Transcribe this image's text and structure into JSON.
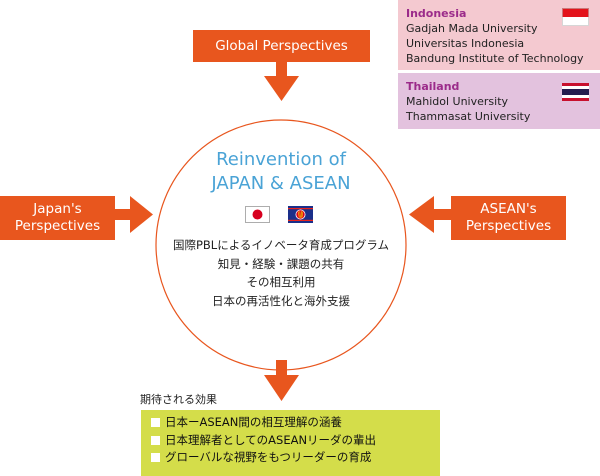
{
  "top_box": "Global Perspectives",
  "left_box": [
    "Japan's",
    "Perspectives"
  ],
  "right_box": [
    "ASEAN's",
    "Perspectives"
  ],
  "indonesia": {
    "country": "Indonesia",
    "universities": [
      "Gadjah Mada University",
      "Universitas Indonesia",
      "Bandung Institute of Technology"
    ]
  },
  "thailand": {
    "country": "Thailand",
    "universities": [
      "Mahidol University",
      "Thammasat University"
    ]
  },
  "circle": {
    "title_line1": "Reinvention of",
    "title_line2": "JAPAN & ASEAN",
    "lines": [
      "国際PBLによるイノベータ育成プログラム",
      "知見・経験・課題の共有",
      "その相互利用",
      "日本の再活性化と海外支援"
    ]
  },
  "effects": {
    "label": "期待される効果",
    "items": [
      "日本ーASEAN間の相互理解の涵養",
      "日本理解者としてのASEANリーダの輩出",
      "グローバルな視野をもつリーダーの育成"
    ]
  },
  "colors": {
    "orange": "#e8561e",
    "title_blue": "#4aa3d6",
    "green": "#d4dd4a",
    "pink_panel": "#f4c9d0",
    "purple_panel": "#e3c2de"
  }
}
